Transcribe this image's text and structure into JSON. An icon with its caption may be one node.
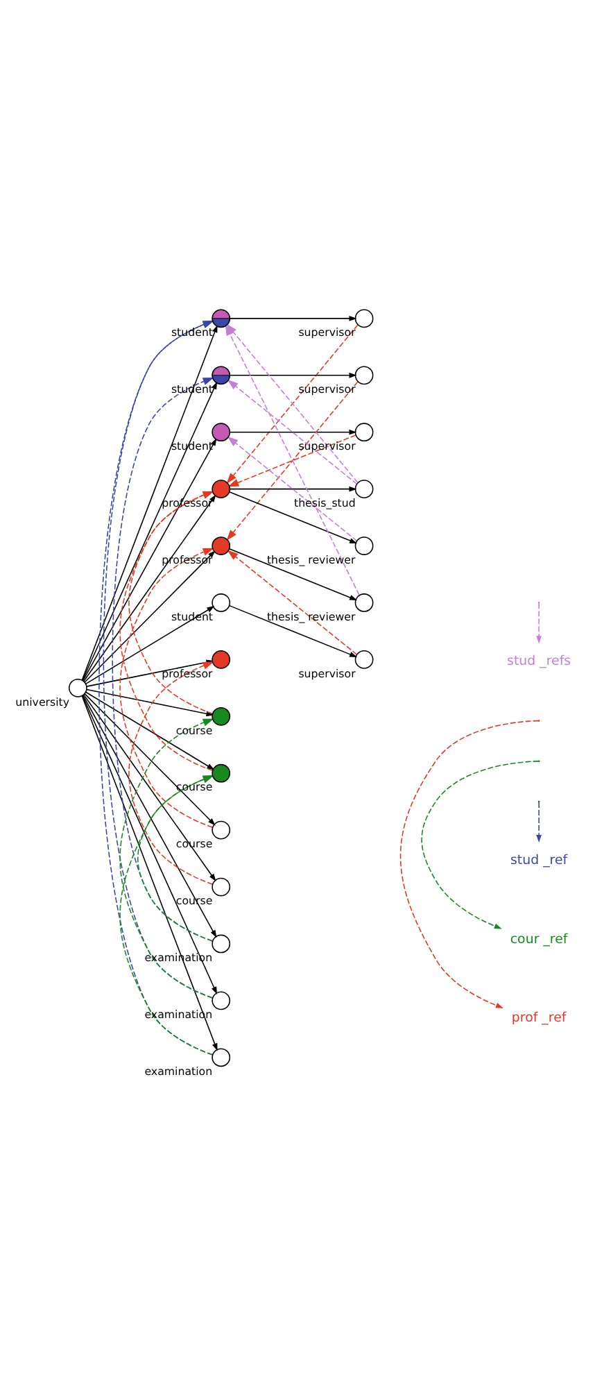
{
  "diagram": {
    "nodes": [
      {
        "text": [],
        "shape": "circle",
        "beside": [
          "university"
        ]
      },
      {
        "text": [],
        "shape": "circle",
        "beside": [
          "student"
        ]
      },
      {
        "text": [],
        "shape": "circle",
        "beside": [
          "supervisor"
        ]
      },
      {
        "text": [],
        "shape": "circle",
        "beside": [
          "supervisor"
        ]
      },
      {
        "text": [],
        "shape": "circle",
        "beside": [
          "student"
        ]
      },
      {
        "text": [],
        "shape": "circle",
        "beside": [
          "supervisor"
        ]
      },
      {
        "text": [],
        "shape": "circle",
        "beside": [
          "student"
        ]
      },
      {
        "text": [],
        "shape": "circle",
        "beside": [
          "supervisor"
        ]
      },
      {
        "text": [],
        "shape": "circle",
        "beside": [
          "student"
        ]
      },
      {
        "text": [],
        "shape": "circle",
        "beside": [
          "professor"
        ]
      },
      {
        "text": [],
        "shape": "circle",
        "beside": [
          "thesis_ reviewer"
        ]
      },
      {
        "text": [],
        "shape": "circle",
        "beside": [
          "professor"
        ]
      },
      {
        "text": [],
        "shape": "circle",
        "beside": [
          "thesis_stud"
        ]
      },
      {
        "text": [],
        "shape": "circle",
        "beside": [
          "professor"
        ]
      },
      {
        "text": [],
        "shape": "circle",
        "beside": [
          "thesis_ reviewer"
        ]
      },
      {
        "text": [],
        "shape": "circle",
        "beside": [
          "course"
        ]
      },
      {
        "text": [],
        "shape": "circle",
        "beside": [
          "course"
        ]
      },
      {
        "text": [],
        "shape": "circle",
        "beside": [
          "course"
        ]
      },
      {
        "text": [],
        "shape": "circle",
        "beside": [
          "course"
        ]
      },
      {
        "text": [],
        "shape": "circle",
        "beside": [
          "examination"
        ]
      },
      {
        "text": [],
        "shape": "circle",
        "beside": [
          "examination"
        ]
      },
      {
        "text": [],
        "shape": "circle",
        "beside": [
          "examination"
        ]
      }
    ],
    "edges": [
      {
        "from": 0,
        "to": 1,
        "arrow": "to"
      },
      {
        "from": 0,
        "to": 4,
        "arrow": "to"
      },
      {
        "from": 0,
        "to": 6,
        "arrow": "to"
      },
      {
        "from": 0,
        "to": 8,
        "arrow": "to"
      },
      {
        "from": 0,
        "to": 9,
        "arrow": "to"
      },
      {
        "from": 0,
        "to": 11,
        "arrow": "to"
      },
      {
        "from": 0,
        "to": 13,
        "arrow": "to"
      },
      {
        "from": 0,
        "to": 15,
        "arrow": "to"
      },
      {
        "from": 0,
        "to": 16,
        "arrow": "to"
      },
      {
        "from": 0,
        "to": 17,
        "arrow": "to"
      },
      {
        "from": 0,
        "to": 18,
        "arrow": "to"
      },
      {
        "from": 0,
        "to": 19,
        "arrow": "to"
      },
      {
        "from": 0,
        "to": 20,
        "arrow": "to"
      },
      {
        "from": 0,
        "to": 21,
        "arrow": "to"
      },
      {
        "from": 1,
        "to": 2,
        "arrow": "to"
      },
      {
        "from": 4,
        "to": 3,
        "arrow": "to"
      },
      {
        "from": 6,
        "to": 5,
        "arrow": "to"
      },
      {
        "from": 8,
        "to": 7,
        "arrow": "to"
      },
      {
        "from": 9,
        "to": 10,
        "arrow": "to"
      },
      {
        "from": 9,
        "to": 12,
        "arrow": "to"
      },
      {
        "from": 11,
        "to": 14,
        "arrow": "to"
      },
      {
        "from": 10,
        "to": 6,
        "arrow": "to",
        "style": "dashed",
        "color": "#c47fd6"
      },
      {
        "from": 12,
        "to": 4,
        "arrow": "to",
        "style": "dashed",
        "color": "#c47fd6"
      },
      {
        "from": 12,
        "to": 1,
        "arrow": "to",
        "style": "dashed",
        "color": "#c47fd6"
      },
      {
        "from": 14,
        "to": 1,
        "arrow": "to",
        "style": "dashed",
        "color": "#c47fd6"
      },
      {
        "from": 19,
        "to": 4,
        "arrow": "to",
        "style": "dashed",
        "color": "#3a47a8"
      },
      {
        "from": 20,
        "to": 1,
        "arrow": "to",
        "style": "dashed",
        "color": "#3a47a8"
      },
      {
        "from": 21,
        "to": 1,
        "arrow": "to",
        "style": "dashed",
        "color": "#3a47a8"
      },
      {
        "from": 19,
        "to": 16,
        "arrow": "to",
        "style": "dashed",
        "color": "#17891f"
      },
      {
        "from": 20,
        "to": 15,
        "arrow": "to",
        "style": "dashed",
        "color": "#17891f"
      },
      {
        "from": 21,
        "to": 16,
        "arrow": "to",
        "style": "dashed",
        "color": "#17891f"
      },
      {
        "from": 2,
        "to": 9,
        "arrow": "to",
        "style": "dashed",
        "color": "#e23a25"
      },
      {
        "from": 5,
        "to": 9,
        "arrow": "to",
        "style": "dashed",
        "color": "#e23a25"
      },
      {
        "from": 3,
        "to": 11,
        "arrow": "to",
        "style": "dashed",
        "color": "#e23a25"
      },
      {
        "from": 7,
        "to": 11,
        "arrow": "to",
        "style": "dashed",
        "color": "#e23a25"
      },
      {
        "from": 15,
        "to": 9,
        "arrow": "to",
        "style": "dashed",
        "color": "#e23a25"
      },
      {
        "from": 16,
        "to": 9,
        "arrow": "to",
        "style": "dashed",
        "color": "#e23a25"
      },
      {
        "from": 17,
        "to": 11,
        "arrow": "to",
        "style": "dashed",
        "color": "#e23a25"
      },
      {
        "from": 18,
        "to": 13,
        "arrow": "to",
        "style": "dashed",
        "color": "#e23a25"
      }
    ],
    "legend": [
      {
        "text": "stud _refs"
      },
      {
        "text": "stud _ref"
      },
      {
        "text": "cour _ref"
      },
      {
        "text": "prof _ref"
      }
    ]
  }
}
